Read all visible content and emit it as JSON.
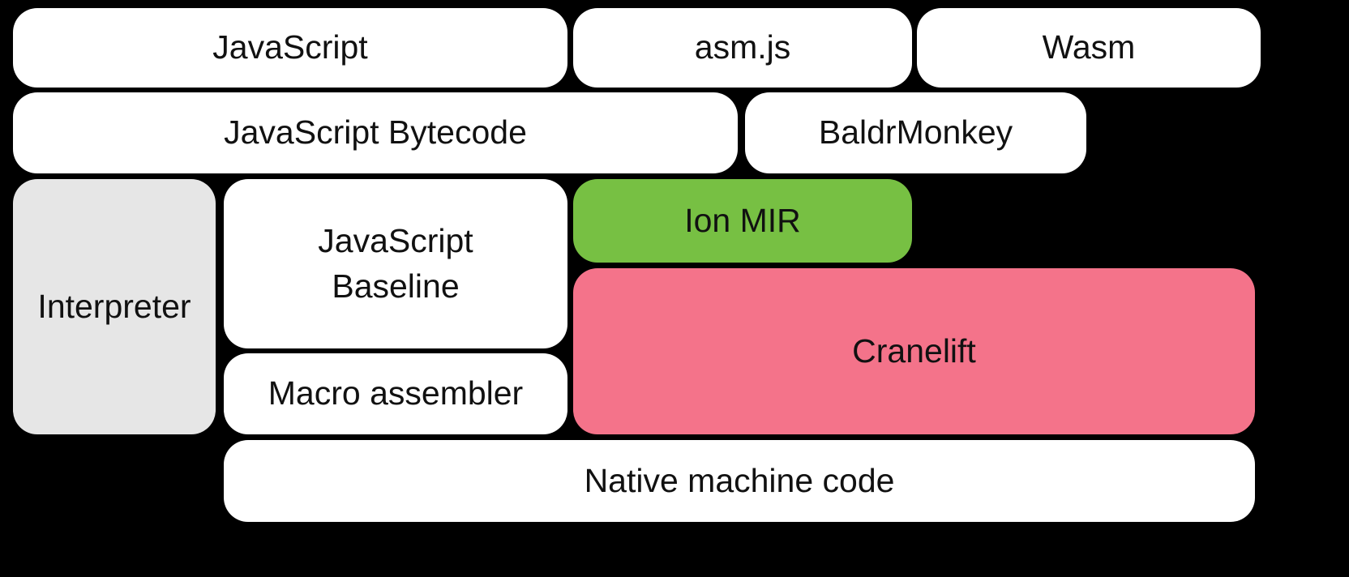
{
  "diagram": {
    "background_color": "#000000",
    "text_color": "#111111",
    "blocks": {
      "javascript": {
        "label": "JavaScript",
        "color": "#ffffff"
      },
      "asmjs": {
        "label": "asm.js",
        "color": "#ffffff"
      },
      "wasm": {
        "label": "Wasm",
        "color": "#ffffff"
      },
      "js_bytecode": {
        "label": "JavaScript Bytecode",
        "color": "#ffffff"
      },
      "baldrmonkey": {
        "label": "BaldrMonkey",
        "color": "#ffffff"
      },
      "interpreter": {
        "label": "Interpreter",
        "color": "#e6e6e6"
      },
      "js_baseline": {
        "label": "JavaScript Baseline",
        "color": "#ffffff"
      },
      "ion_mir": {
        "label": "Ion MIR",
        "color": "#77c043"
      },
      "cranelift": {
        "label": "Cranelift",
        "color": "#f4738a"
      },
      "macro_assembler": {
        "label": "Macro assembler",
        "color": "#ffffff"
      },
      "native_machine_code": {
        "label": "Native machine code",
        "color": "#ffffff"
      }
    }
  }
}
